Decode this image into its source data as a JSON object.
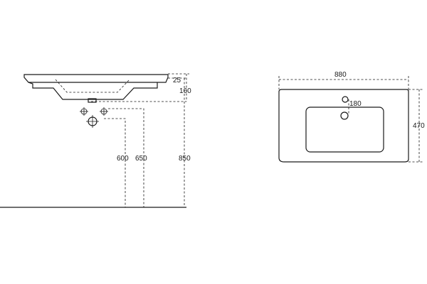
{
  "side_view": {
    "dim_rim": "25",
    "dim_depth": "160",
    "dim_inlet_1": "600",
    "dim_inlet_2": "650",
    "dim_height": "850"
  },
  "top_view": {
    "dim_width": "880",
    "dim_tap": "180",
    "dim_length": "470"
  }
}
